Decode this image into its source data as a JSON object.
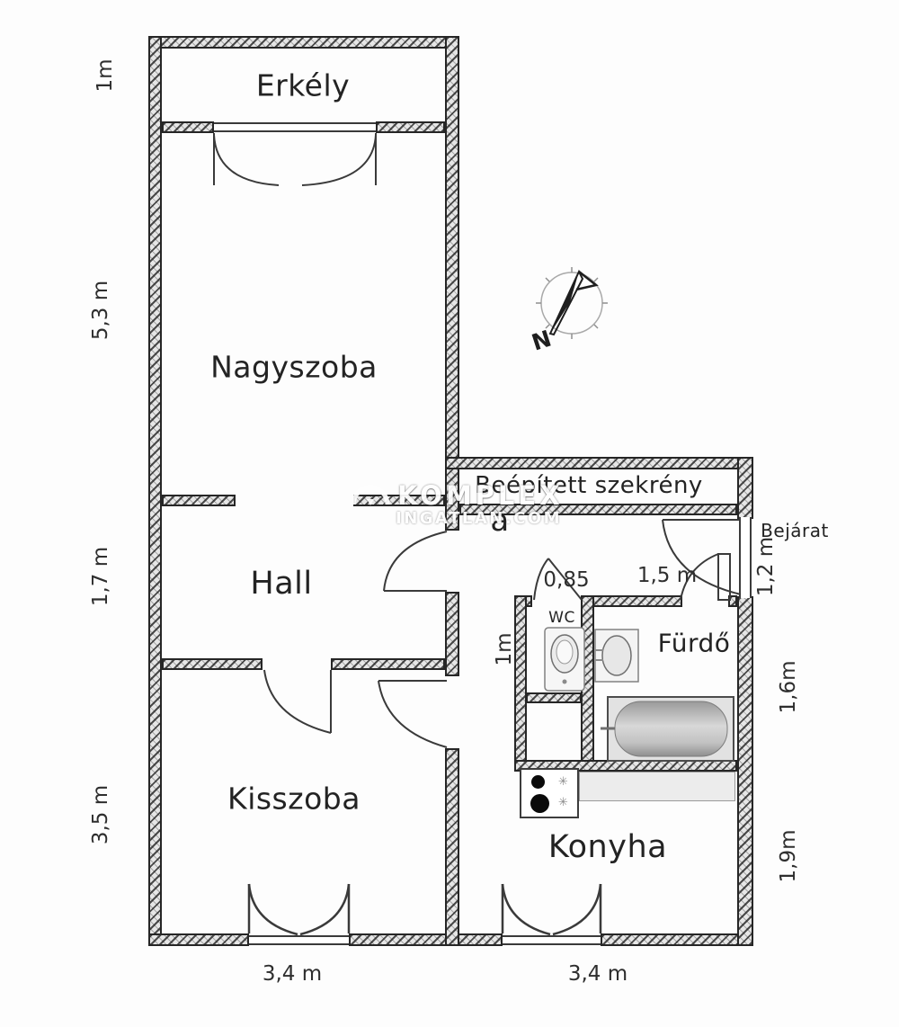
{
  "rooms": {
    "erkely": "Erkély",
    "nagyszoba": "Nagyszoba",
    "hall": "Hall",
    "kisszoba": "Kisszoba",
    "szekreny": "Beépített szekrény",
    "eloszoba_visible": "a",
    "wc": "WC",
    "furdo": "Fürdő",
    "konyha": "Konyha"
  },
  "dimensions": {
    "erkely_depth": "1m",
    "nagyszoba_len": "5,3 m",
    "hall_len": "1,7 m",
    "kisszoba_len": "3,5 m",
    "corridor_w": "1m",
    "wc_door_w": "0,85",
    "eloszoba_w": "1,5 m",
    "bejarat_w": "1,2 m",
    "furdo_len": "1,6m",
    "konyha_len": "1,9m",
    "kisszoba_w": "3,4 m",
    "konyha_w": "3,4 m"
  },
  "entrance": {
    "label": "Bejárat"
  },
  "compass": {
    "north": "N"
  },
  "watermark": {
    "line1": "KOMPLEX",
    "line2": "INGATLAN.COM"
  },
  "colors": {
    "wall_line": "#262626",
    "counter": "#ececec",
    "tub_dark": "#8f8f8f",
    "tub_light": "#d6d6d6"
  }
}
